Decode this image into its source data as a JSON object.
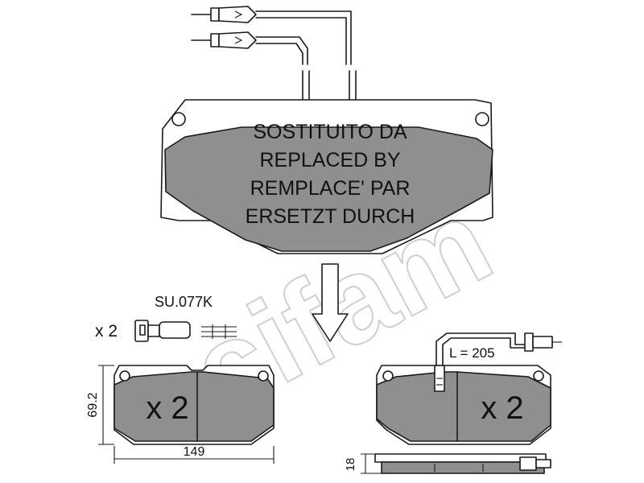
{
  "notice": {
    "line1": "SOSTITUITO DA",
    "line2": "REPLACED BY",
    "line3": "REMPLACE' PAR",
    "line4": "ERSETZT DURCH"
  },
  "accessory": {
    "code": "SU.077K",
    "quantity": "x 2"
  },
  "pad_left": {
    "quantity": "x 2",
    "height_label": "69.2",
    "width_label": "149"
  },
  "pad_right": {
    "quantity": "x 2",
    "wire_length_label": "L = 205",
    "thickness_label": "18"
  },
  "watermark": {
    "text": "cifam"
  },
  "colors": {
    "pad_fill": "#8f8f8f",
    "line": "#1a1a1a",
    "watermark": "#cfcfcf"
  }
}
